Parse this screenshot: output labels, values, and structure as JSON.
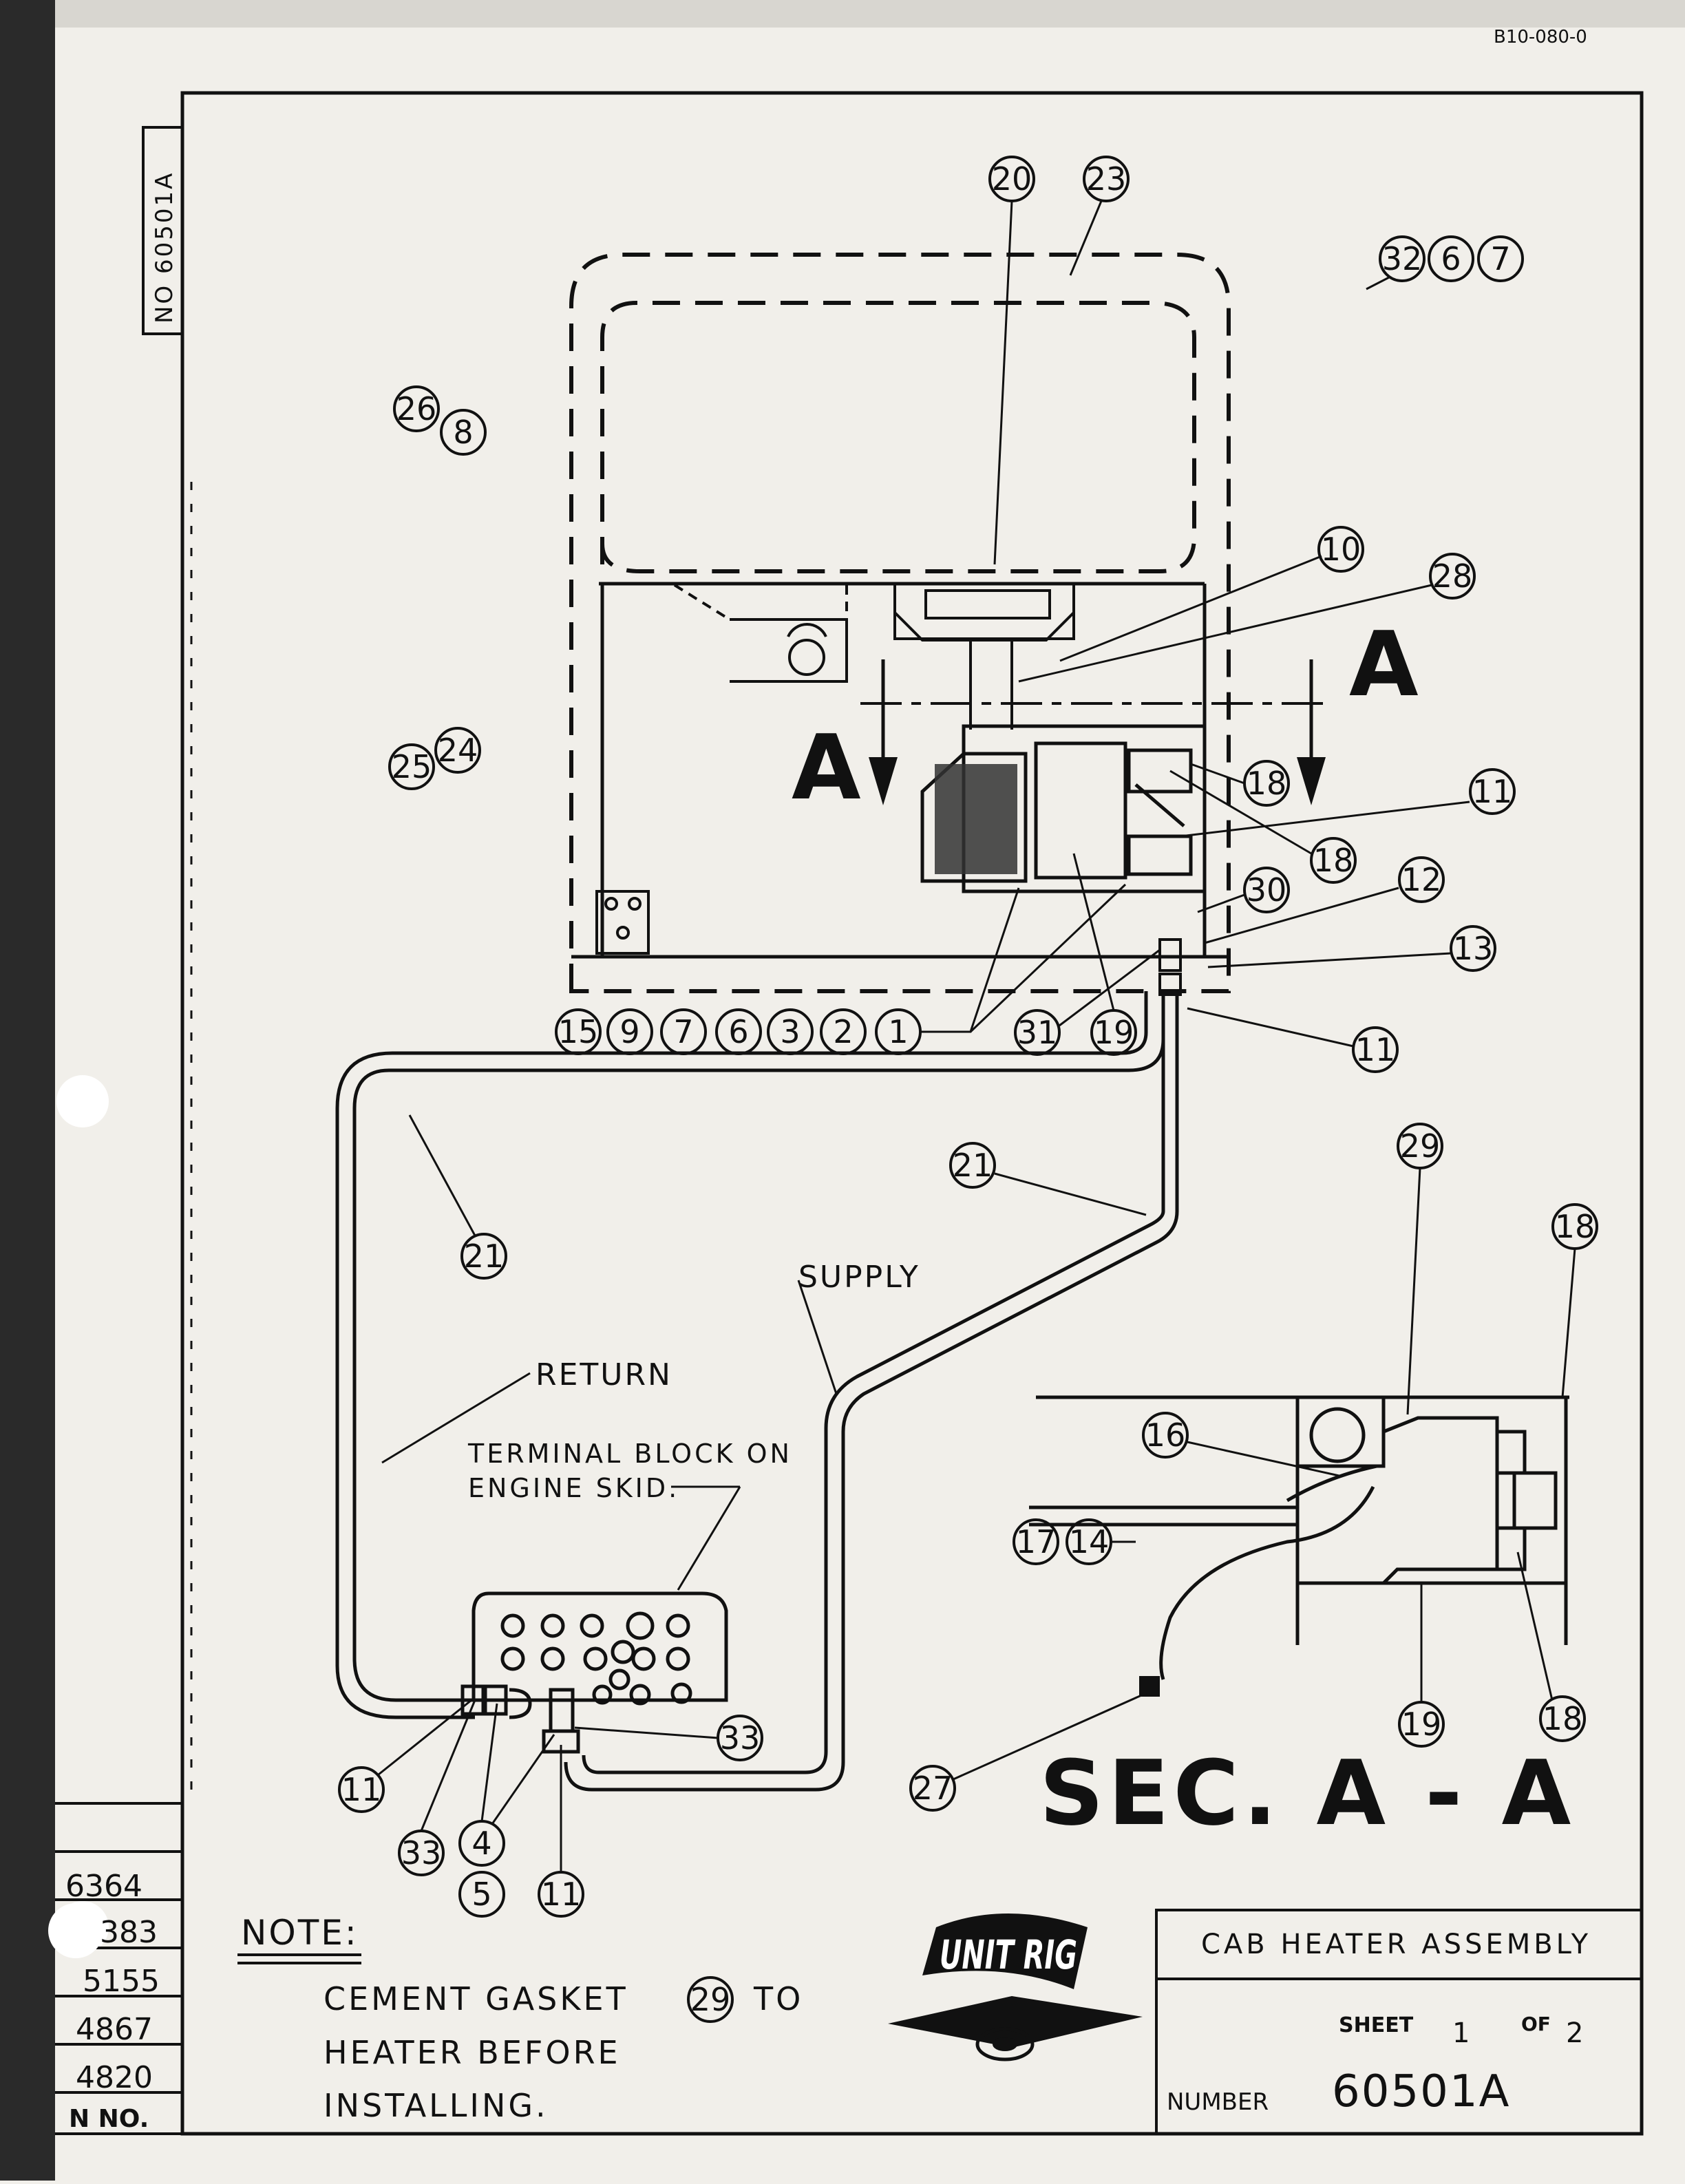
{
  "stamp": "B10-080-0",
  "side_number": "NO 60501A",
  "balloons": {
    "b20": "20",
    "b23": "23",
    "b32": "32",
    "b6t": "6",
    "b7t": "7",
    "b26": "26",
    "b8": "8",
    "b10": "10",
    "b28": "28",
    "b18a": "18",
    "b11a": "11",
    "b18b": "18",
    "b12": "12",
    "b30": "30",
    "b13": "13",
    "b25": "25",
    "b24": "24",
    "b15": "15",
    "b9": "9",
    "b7": "7",
    "b6": "6",
    "b3": "3",
    "b2": "2",
    "b1": "1",
    "b31": "31",
    "b19a": "19",
    "b11b": "11",
    "b29": "29",
    "b18c": "18",
    "b21a": "21",
    "b21b": "21",
    "b16": "16",
    "b17": "17",
    "b14": "14",
    "b33a": "33",
    "b11c": "11",
    "b33b": "33",
    "b4": "4",
    "b5": "5",
    "b11d": "11",
    "b19b": "19",
    "b18d": "18",
    "b27": "27"
  },
  "section_marks": {
    "left": "A",
    "right": "A"
  },
  "labels": {
    "supply": "SUPPLY",
    "return": "RETURN",
    "terminal_1": "TERMINAL BLOCK ON",
    "terminal_2": "ENGINE SKID.",
    "section": "SEC. A - A"
  },
  "note": {
    "title": "NOTE:",
    "line1a": "CEMENT GASKET",
    "ref": "29",
    "line1b": "TO",
    "line2": "HEATER BEFORE",
    "line3": "INSTALLING."
  },
  "revisions": [
    "6364",
    "383",
    "5155",
    "4867",
    "4820",
    "N NO."
  ],
  "logo": {
    "text": "UNIT RIG"
  },
  "title_block": {
    "title": "CAB HEATER ASSEMBLY",
    "sheet_label": "SHEET",
    "sheet_num": "1",
    "of_label": "OF",
    "sheet_total": "2",
    "number_label": "NUMBER",
    "number": "60501A"
  }
}
